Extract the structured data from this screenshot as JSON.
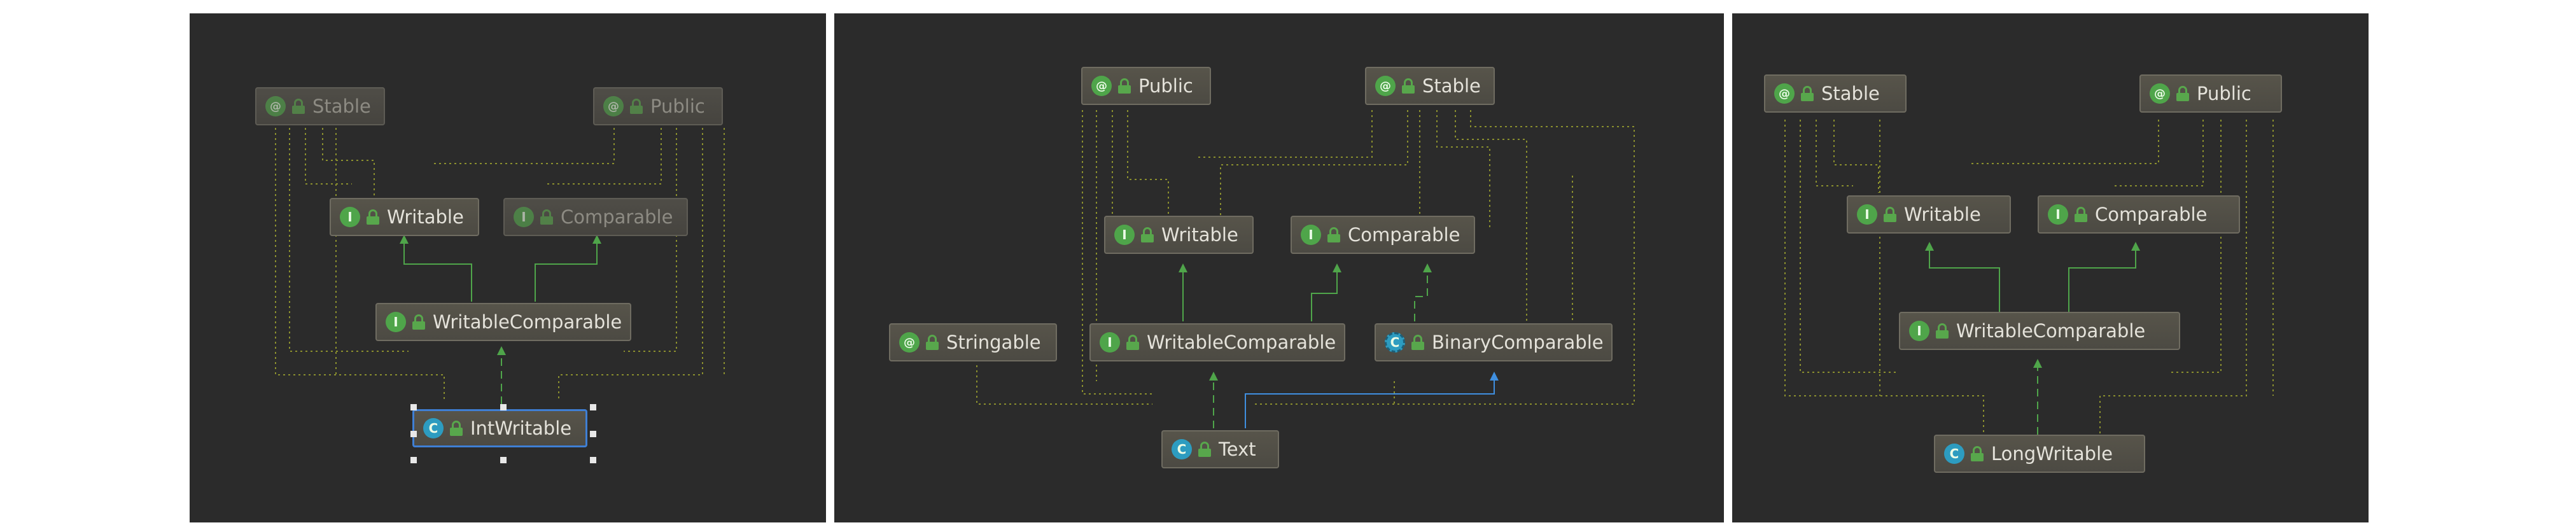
{
  "colors": {
    "background": "#2b2b2b",
    "node_fill": "#57544a",
    "inheritance_edge": "#4fa54a",
    "annotation_edge": "#8a8f2e",
    "selection": "#3f7fd4",
    "interface_badge": "#4fa54a",
    "class_badge": "#2d9cc0"
  },
  "diagrams": [
    {
      "nodes": {
        "stable": {
          "label": "Stable",
          "kind": "annotation"
        },
        "public": {
          "label": "Public",
          "kind": "annotation"
        },
        "writable": {
          "label": "Writable",
          "kind": "interface"
        },
        "comparable": {
          "label": "Comparable",
          "kind": "interface"
        },
        "writable_comparable": {
          "label": "WritableComparable",
          "kind": "interface"
        },
        "int_writable": {
          "label": "IntWritable",
          "kind": "class"
        }
      }
    },
    {
      "nodes": {
        "public": {
          "label": "Public",
          "kind": "annotation"
        },
        "stable": {
          "label": "Stable",
          "kind": "annotation"
        },
        "writable": {
          "label": "Writable",
          "kind": "interface"
        },
        "comparable": {
          "label": "Comparable",
          "kind": "interface"
        },
        "stringable": {
          "label": "Stringable",
          "kind": "annotation"
        },
        "writable_comparable": {
          "label": "WritableComparable",
          "kind": "interface"
        },
        "binary_comparable": {
          "label": "BinaryComparable",
          "kind": "abstract-class"
        },
        "text": {
          "label": "Text",
          "kind": "class"
        }
      }
    },
    {
      "nodes": {
        "stable": {
          "label": "Stable",
          "kind": "annotation"
        },
        "public": {
          "label": "Public",
          "kind": "annotation"
        },
        "writable": {
          "label": "Writable",
          "kind": "interface"
        },
        "comparable": {
          "label": "Comparable",
          "kind": "interface"
        },
        "writable_comparable": {
          "label": "WritableComparable",
          "kind": "interface"
        },
        "long_writable": {
          "label": "LongWritable",
          "kind": "class"
        }
      }
    }
  ]
}
